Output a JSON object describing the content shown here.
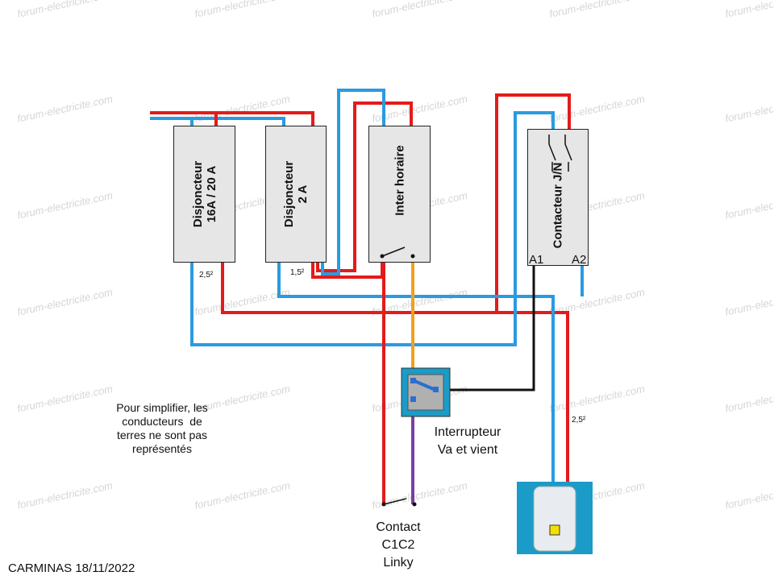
{
  "watermark": "forum-electricite.com",
  "breaker_16a": {
    "line1": "Disjoncteur",
    "line2": "16A / 20 A"
  },
  "breaker_2a": {
    "line1": "Disjoncteur",
    "line2": "2 A"
  },
  "timer": {
    "label": "Inter horaire"
  },
  "contactor": {
    "label": "Contacteur J/N",
    "a1": "A1",
    "a2": "A2"
  },
  "wire_sizes": {
    "breaker_16a": "2,5²",
    "breaker_2a": "1,5²",
    "heater": "2,5²"
  },
  "switch": {
    "line1": "Interrupteur",
    "line2": "Va et vient"
  },
  "note": {
    "line1": "Pour simplifier, les",
    "line2": "conducteurs  de",
    "line3": "terres ne sont pas",
    "line4": "représentés"
  },
  "contact": {
    "line1": "Contact",
    "line2": "C1C2",
    "line3": "Linky"
  },
  "footer": "CARMINAS 18/11/2022",
  "colors": {
    "phase": "#e41b1b",
    "neutral": "#2a9be0",
    "control": "#f0a020",
    "linky": "#7a3fa0",
    "box_fill": "#e6e6e6",
    "heater_bg": "#1b9bc8"
  }
}
